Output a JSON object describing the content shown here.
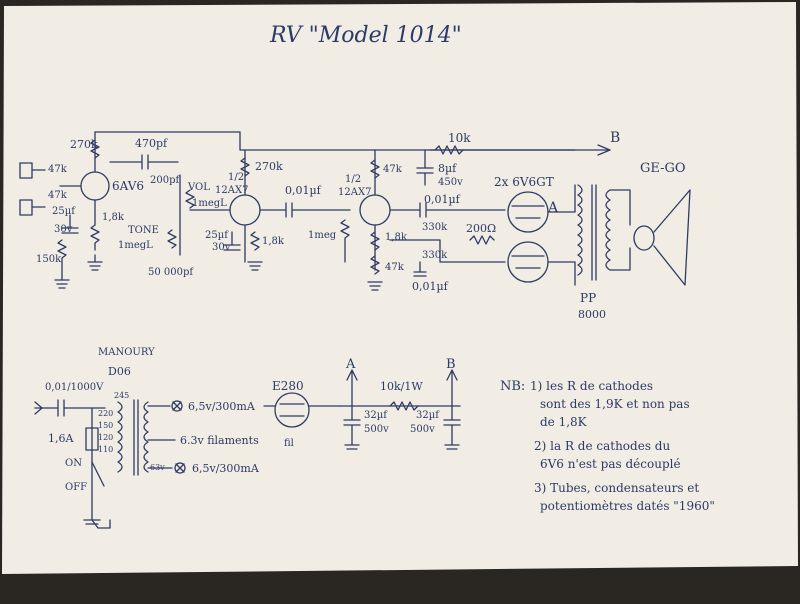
{
  "title": "RV \"Model 1014\"",
  "colors": {
    "paper": "#f1ece4",
    "ink": "#2f3b63",
    "shadow": "#2a2622"
  },
  "amp": {
    "b_label": "B",
    "r_feedback": "10k",
    "c_b": "8µf",
    "c_b_v": "450v",
    "c_coupling_top": "470pf",
    "speaker": "GE-GO",
    "output_tubes": "2x 6V6GT",
    "output_xfmr": "PP",
    "output_xfmr_value": "8000",
    "tube1": "6AV6",
    "r_plate1": "270k",
    "r_in1": "47k",
    "r_in2": "47k",
    "r_cath1": "1,8k",
    "c_cath1": "25µf",
    "c_cath1_v": "30v",
    "r_grid1": "150k",
    "c_tone": "200pf",
    "vol_label": "VOL",
    "vol_value": "1megL",
    "tone_label": "TONE",
    "tone_value": "1megL",
    "c_tone2": "50 000pf",
    "tube2_half": "1/2",
    "tube2": "12AX7",
    "r_plate2": "270k",
    "c_cath2": "25µf",
    "c_cath2_v": "30v",
    "r_cath2": "1,8k",
    "c_coupling2": "0,01µf",
    "tube3_half": "1/2",
    "tube3": "12AX7",
    "r_grid3": "1meg",
    "r_plate3": "47k",
    "r_cath3": "1,8k",
    "r_cath3b": "47k",
    "c_coupling3": "0,01µf",
    "c_coupling4": "0,01µf",
    "r_g4a": "330k",
    "r_g4b": "330k",
    "r_cath_out": "200Ω",
    "a_label": "A"
  },
  "psu": {
    "transformer_maker": "MANOURY",
    "transformer_model": "D06",
    "c_mains": "0,01/1000V",
    "fuse": "1,6A",
    "switch_on": "ON",
    "switch_off": "OFF",
    "taps": [
      "245",
      "220",
      "150",
      "120",
      "110"
    ],
    "winding_hi": "63v",
    "lamp1": "6,5v/300mA",
    "filaments": "6.3v filaments",
    "lamp2": "6,5v/300mA",
    "rectifier": "E280",
    "rect_fil": "fil",
    "a_label": "A",
    "b_label": "B",
    "r_filter": "10k/1W",
    "c1": "32µf",
    "c1_v": "500v",
    "c2": "32µf",
    "c2_v": "500v"
  },
  "notes": {
    "nb": "NB:",
    "n1_line1": "1) les R de cathodes",
    "n1_line2": "sont des 1,9K et non pas",
    "n1_line3": "de 1,8K",
    "n2_line1": "2) la R de cathodes du",
    "n2_line2": "6V6 n'est pas découplé",
    "n3_line1": "3) Tubes, condensateurs et",
    "n3_line2": "potentiomètres datés \"1960\""
  }
}
